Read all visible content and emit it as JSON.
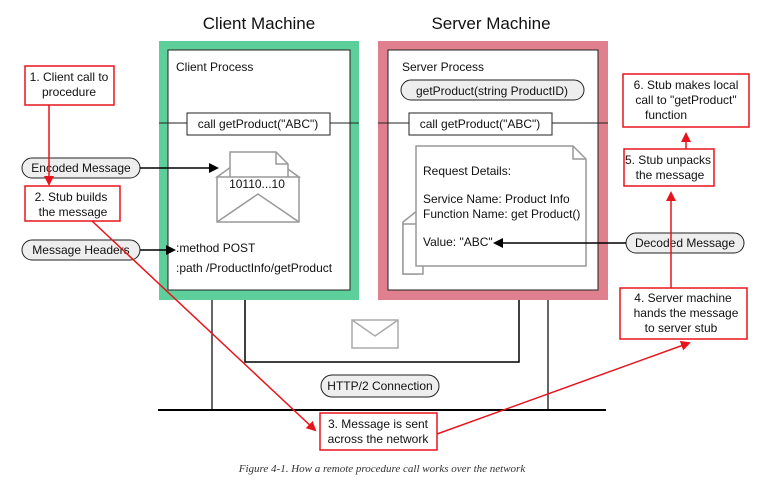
{
  "client": {
    "title": "Client Machine",
    "process_label": "Client Process",
    "call_label": "call getProduct(\"ABC\")",
    "method_line": ":method POST",
    "path_line": ":path /ProductInfo/getProduct",
    "envelope_text": "10110...10"
  },
  "server": {
    "title": "Server Machine",
    "process_label": "Server Process",
    "signature_label": "getProduct(string ProductID)",
    "call_label": "call getProduct(\"ABC\")",
    "request_details_title": "Request Details:",
    "service_name": "Service Name: Product Info",
    "function_name": "Function Name: get Product()",
    "value_line": "Value: \"ABC\""
  },
  "pills": {
    "encoded_message": "Encoded Message",
    "message_headers": "Message Headers",
    "decoded_message": "Decoded Message",
    "http2": "HTTP/2 Connection"
  },
  "steps": [
    {
      "line1": "1. Client call to",
      "line2": "procedure",
      "line3": ""
    },
    {
      "line1": "2. Stub builds",
      "line2": "the message",
      "line3": ""
    },
    {
      "line1": "3. Message is sent",
      "line2": "across the network",
      "line3": ""
    },
    {
      "line1": "4. Server machine",
      "line2": "hands the message",
      "line3": "to server stub"
    },
    {
      "line1": "5. Stub unpacks",
      "line2": "the message",
      "line3": ""
    },
    {
      "line1": "6. Stub makes local",
      "line2": "call to \"getProduct\"",
      "line3": "function"
    }
  ],
  "caption": "Figure 4-1. How a remote procedure call works over the network",
  "colors": {
    "client_border": "#5ccf9b",
    "server_border": "#e0808f",
    "step_red": "#e8141c",
    "pill_fill": "#eeeeee",
    "line_black": "#000000"
  }
}
